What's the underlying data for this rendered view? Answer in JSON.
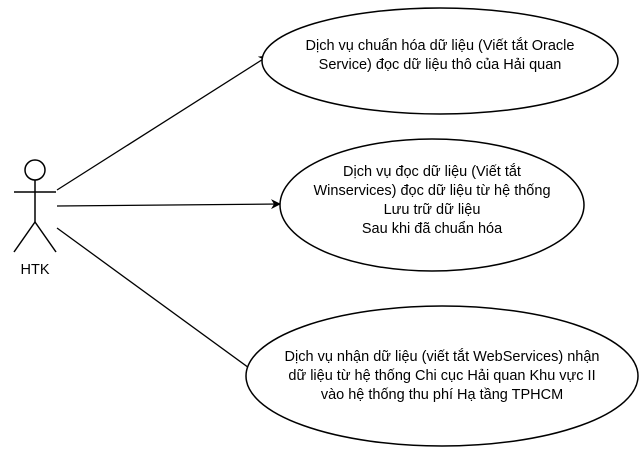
{
  "actor": {
    "name": "HTK"
  },
  "use_cases": [
    {
      "lines": [
        "Dịch vụ chuẩn hóa dữ liệu (Viết tắt Oracle",
        "Service) đọc dữ liệu thô của Hải quan"
      ]
    },
    {
      "lines": [
        "Dịch vụ đọc dữ liệu (Viết tắt",
        "Winservices) đọc dữ liệu từ hệ thống",
        "Lưu trữ dữ liệu",
        "Sau khi đã chuẩn hóa"
      ]
    },
    {
      "lines": [
        "Dịch vụ nhận dữ liệu (viết tắt WebServices) nhận",
        "dữ liệu từ hệ thống Chi cục Hải quan Khu vực II",
        "vào hệ thống thu phí Hạ tầng TPHCM"
      ]
    }
  ],
  "colors": {
    "stroke": "#000000",
    "background": "#ffffff"
  }
}
